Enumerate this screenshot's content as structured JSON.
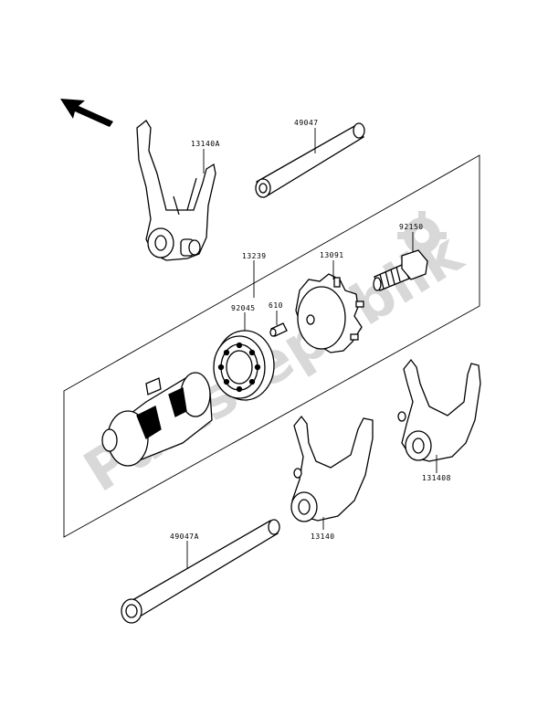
{
  "watermark": "Partsrepublik",
  "labels": {
    "fork_a": "13140A",
    "shaft_top": "49047",
    "drum_group": "13239",
    "bolt": "92150",
    "plate": "13091",
    "bearing": "92045",
    "pin": "610",
    "fork_b": "131408",
    "fork_c": "13140",
    "shaft_bottom": "49047A"
  },
  "colors": {
    "line": "#000000",
    "part_fill": "#ffffff",
    "watermark": "#d8d8d8"
  },
  "icons": {
    "direction": "arrow-icon",
    "watermark_gear": "gear-icon"
  }
}
